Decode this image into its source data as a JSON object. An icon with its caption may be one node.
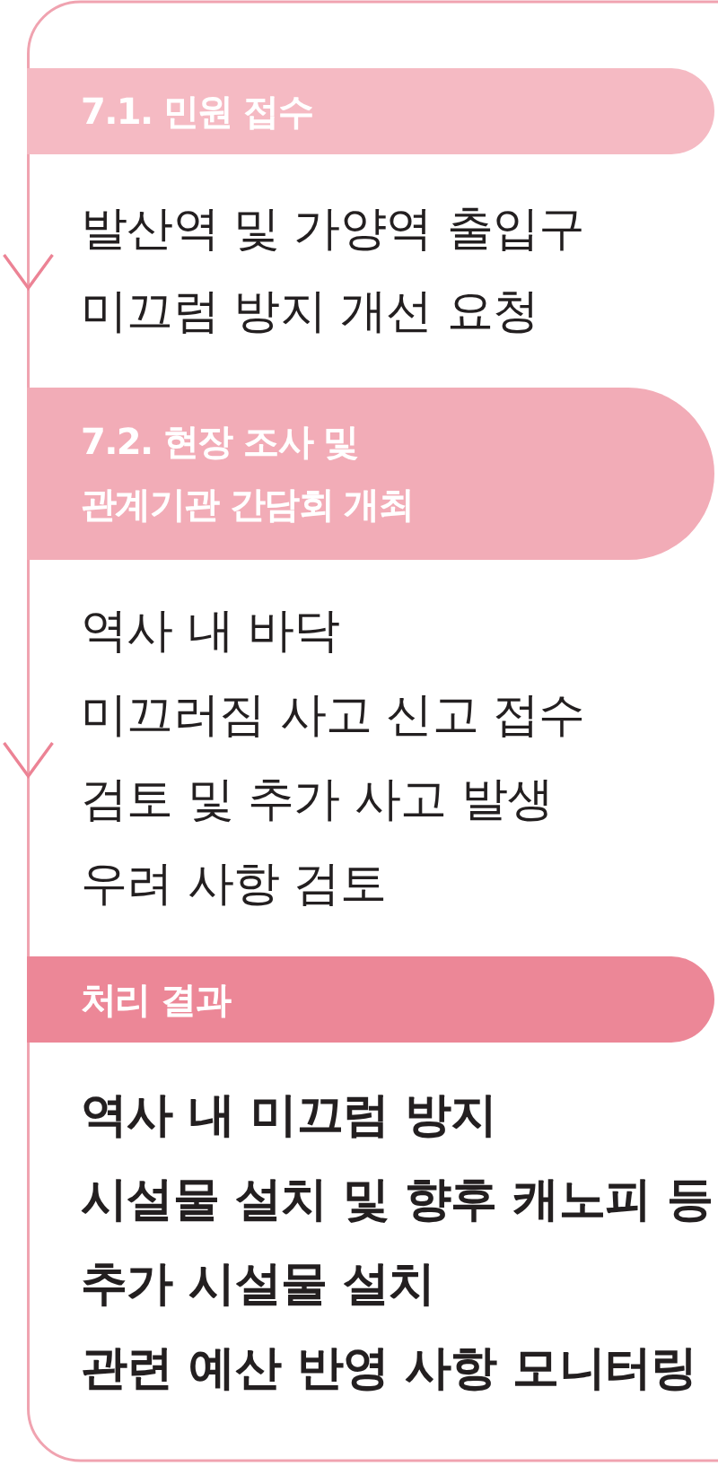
{
  "diagram": {
    "nodes": [
      {
        "text": [
          "7.1. 민원 접수"
        ],
        "beside": [
          "발산역 및 가양역 출입구 미끄럼 방지 개선 요청"
        ]
      },
      {
        "text": [
          "7.2. 현장 조사 및 관계기관 간담회 개최"
        ],
        "beside": [
          "역사 내 바닥 미끄러짐 사고 신고 접수 검토 및 추가 사고 발생 우려 사항 검토"
        ]
      },
      {
        "text": [
          "처리 결과"
        ],
        "beside": [
          "역사 내 미끄럼 방지 시설물 설치 및 향후 캐노피 등 추가 시설물 설치 관련 예산 반영 사항 모니터링"
        ]
      }
    ]
  }
}
